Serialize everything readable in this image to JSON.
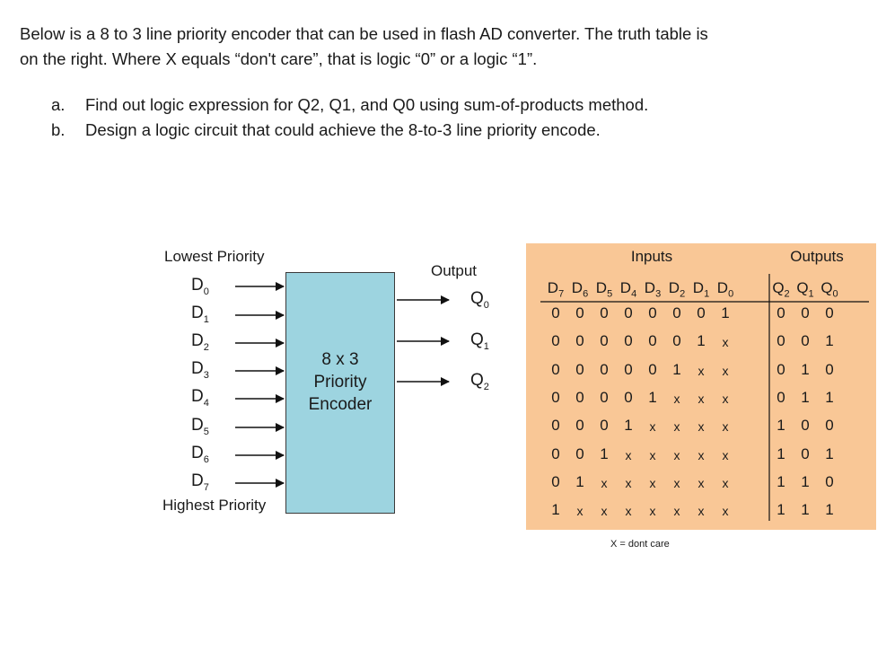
{
  "intro": {
    "line1": "Below is a 8 to 3 line priority encoder that can be used in flash AD converter. The truth table is",
    "line2": "on the right. Where  X  equals “don't care”, that is logic “0” or a logic “1”."
  },
  "questions": [
    {
      "label": "a.",
      "text": "Find out logic expression for Q2, Q1, and Q0 using sum-of-products method."
    },
    {
      "label": "b.",
      "text": "Design a logic circuit that could achieve the 8-to-3 line priority encode."
    }
  ],
  "diagram": {
    "lowest_priority": "Lowest Priority",
    "highest_priority": "Highest Priority",
    "output_label": "Output",
    "inputs": [
      {
        "base": "D",
        "sub": "0"
      },
      {
        "base": "D",
        "sub": "1"
      },
      {
        "base": "D",
        "sub": "2"
      },
      {
        "base": "D",
        "sub": "3"
      },
      {
        "base": "D",
        "sub": "4"
      },
      {
        "base": "D",
        "sub": "5"
      },
      {
        "base": "D",
        "sub": "6"
      },
      {
        "base": "D",
        "sub": "7"
      }
    ],
    "outputs": [
      {
        "base": "Q",
        "sub": "0"
      },
      {
        "base": "Q",
        "sub": "1"
      },
      {
        "base": "Q",
        "sub": "2"
      }
    ],
    "block": {
      "line1": "8 x 3",
      "line2": "Priority",
      "line3": "Encoder",
      "fill": "#9dd4e0"
    }
  },
  "truth_table": {
    "inputs_header": "Inputs",
    "outputs_header": "Outputs",
    "input_columns": [
      {
        "base": "D",
        "sub": "7"
      },
      {
        "base": "D",
        "sub": "6"
      },
      {
        "base": "D",
        "sub": "5"
      },
      {
        "base": "D",
        "sub": "4"
      },
      {
        "base": "D",
        "sub": "3"
      },
      {
        "base": "D",
        "sub": "2"
      },
      {
        "base": "D",
        "sub": "1"
      },
      {
        "base": "D",
        "sub": "0"
      }
    ],
    "output_columns": [
      {
        "base": "Q",
        "sub": "2"
      },
      {
        "base": "Q",
        "sub": "1"
      },
      {
        "base": "Q",
        "sub": "0"
      }
    ],
    "rows": [
      {
        "in": [
          "0",
          "0",
          "0",
          "0",
          "0",
          "0",
          "0",
          "1"
        ],
        "out": [
          "0",
          "0",
          "0"
        ]
      },
      {
        "in": [
          "0",
          "0",
          "0",
          "0",
          "0",
          "0",
          "1",
          "x"
        ],
        "out": [
          "0",
          "0",
          "1"
        ]
      },
      {
        "in": [
          "0",
          "0",
          "0",
          "0",
          "0",
          "1",
          "x",
          "x"
        ],
        "out": [
          "0",
          "1",
          "0"
        ]
      },
      {
        "in": [
          "0",
          "0",
          "0",
          "0",
          "1",
          "x",
          "x",
          "x"
        ],
        "out": [
          "0",
          "1",
          "1"
        ]
      },
      {
        "in": [
          "0",
          "0",
          "0",
          "1",
          "x",
          "x",
          "x",
          "x"
        ],
        "out": [
          "1",
          "0",
          "0"
        ]
      },
      {
        "in": [
          "0",
          "0",
          "1",
          "x",
          "x",
          "x",
          "x",
          "x"
        ],
        "out": [
          "1",
          "0",
          "1"
        ]
      },
      {
        "in": [
          "0",
          "1",
          "x",
          "x",
          "x",
          "x",
          "x",
          "x"
        ],
        "out": [
          "1",
          "1",
          "0"
        ]
      },
      {
        "in": [
          "1",
          "x",
          "x",
          "x",
          "x",
          "x",
          "x",
          "x"
        ],
        "out": [
          "1",
          "1",
          "1"
        ]
      }
    ],
    "note": "X = dont care",
    "fill": "#f9c796"
  }
}
